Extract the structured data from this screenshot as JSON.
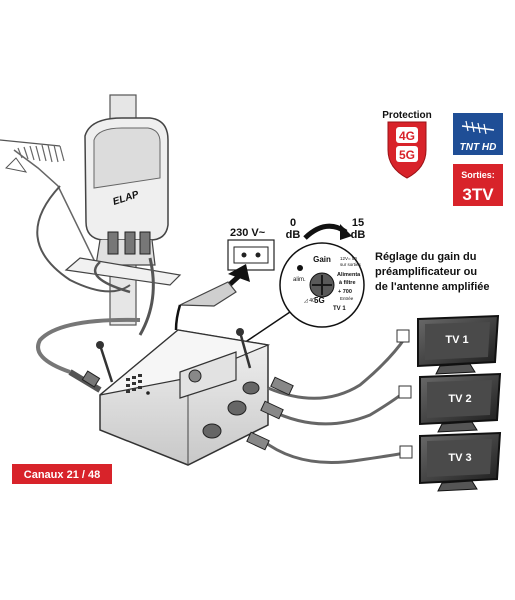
{
  "badges": {
    "protection": {
      "label": "Protection",
      "line1": "4G",
      "line2": "5G",
      "color": "#d8232a"
    },
    "tnt": {
      "label": "TNT HD",
      "color": "#1f4e96"
    },
    "outputs": {
      "label": "Sorties:",
      "value": "3TV",
      "color": "#d8232a"
    }
  },
  "antenna": {
    "brand": "ELAP"
  },
  "power": {
    "label": "230 V~"
  },
  "gain_scale": {
    "min": "0",
    "min_unit": "dB",
    "max": "15",
    "max_unit": "dB"
  },
  "dial": {
    "title": "Gain",
    "alim": "alim.",
    "supply_1": "12V= 50",
    "supply_2": "sur sorties",
    "feed_1": "Alimenta",
    "feed_2": "à filtre",
    "plus_value": "+ 700",
    "band": "5G",
    "tv": "TV 1",
    "entry": "Entrée"
  },
  "caption": {
    "line1": "Réglage du gain du",
    "line2": "préamplificateur ou",
    "line3": "de l'antenne amplifiée"
  },
  "tvs": [
    "TV 1",
    "TV 2",
    "TV 3"
  ],
  "channels": {
    "label": "Canaux 21 / 48",
    "color": "#d8232a"
  }
}
